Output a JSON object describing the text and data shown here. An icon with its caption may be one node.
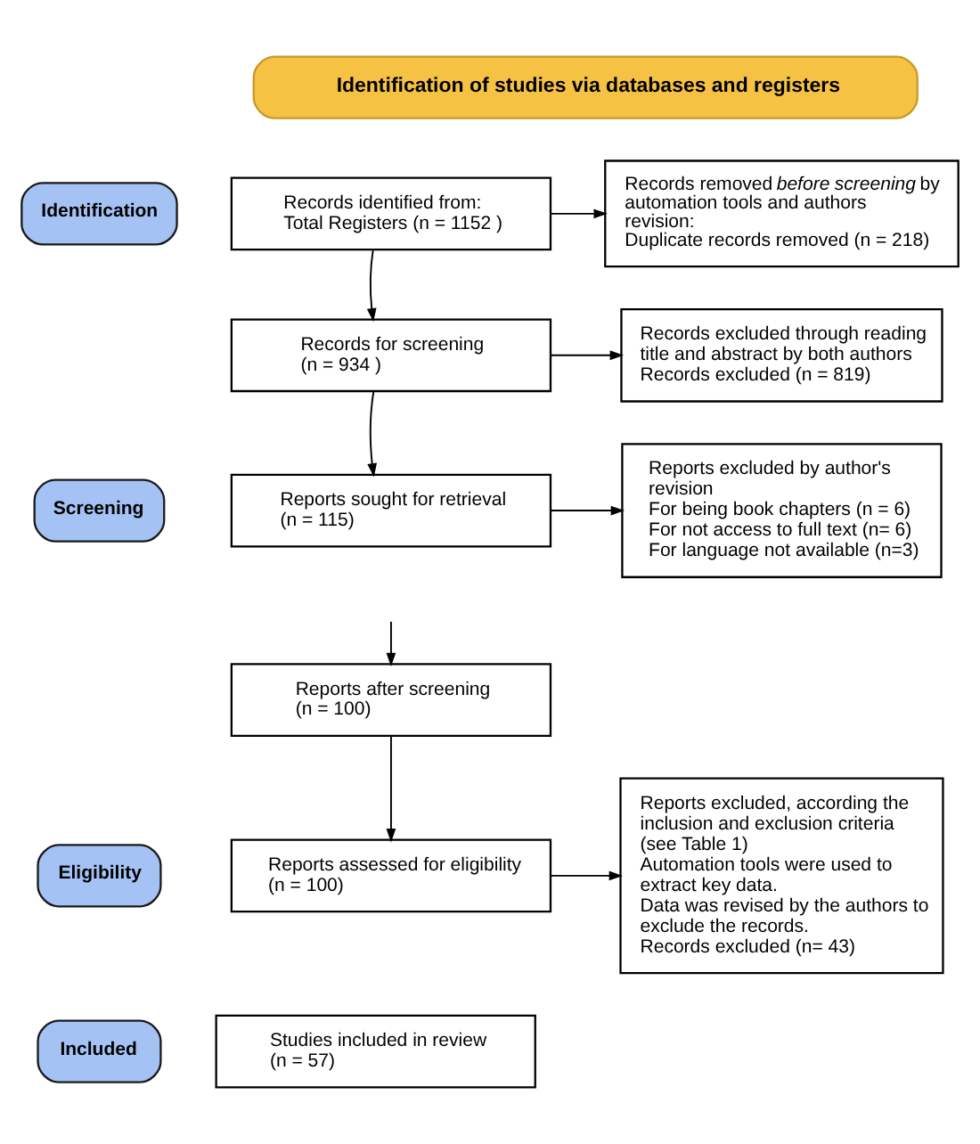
{
  "diagram": {
    "nodes": [
      {
        "text": [
          "Identification of studies via databases and registers"
        ]
      },
      {
        "text": [
          "Identification"
        ]
      },
      {
        "text": [
          "Records identified from:",
          "Total Registers (n = 1152 )"
        ]
      },
      {
        "text": [
          "Records removed *before screening* by automation tools and authors revision:",
          "Duplicate records removed (n = 218)"
        ]
      },
      {
        "text": [
          "Screening"
        ]
      },
      {
        "text": [
          "Records for screening",
          "(n = 934 )"
        ]
      },
      {
        "text": [
          "Records excluded through reading title and abstract by both authors",
          "Records excluded (n = 819)"
        ]
      },
      {
        "text": [
          "Reports sought for retrieval",
          "(n = 115)"
        ]
      },
      {
        "text": [
          "Reports excluded by author's revision",
          "For being book chapters (n = 6)",
          "For not access to full text (n= 6)",
          "For language not available (n=3)"
        ]
      },
      {
        "text": [
          "Reports after screening",
          "(n = 100)"
        ]
      },
      {
        "text": [
          "Eligibility"
        ]
      },
      {
        "text": [
          "Reports assessed for eligibility",
          "(n = 100)"
        ]
      },
      {
        "text": [
          "Reports excluded, according the inclusion and exclusion criteria (see Table 1)",
          "Automation tools were used to extract key data.",
          "Data was revised by the authors to exclude the records.",
          "Records excluded (n= 43)"
        ]
      },
      {
        "text": [
          "Included"
        ]
      },
      {
        "text": [
          "Studies included in review",
          "(n = 57)"
        ]
      }
    ],
    "edges": [
      {
        "from": 2,
        "to": 3,
        "arrow": "to"
      },
      {
        "from": 2,
        "to": 5,
        "arrow": "to"
      },
      {
        "from": 5,
        "to": 6,
        "arrow": "to"
      },
      {
        "from": 5,
        "to": 7,
        "arrow": "to"
      },
      {
        "from": 7,
        "to": 8,
        "arrow": "to"
      },
      {
        "from": null,
        "to": 9,
        "arrow": "to"
      },
      {
        "from": 9,
        "to": 11,
        "arrow": "to"
      },
      {
        "from": 11,
        "to": 12,
        "arrow": "to"
      }
    ]
  }
}
